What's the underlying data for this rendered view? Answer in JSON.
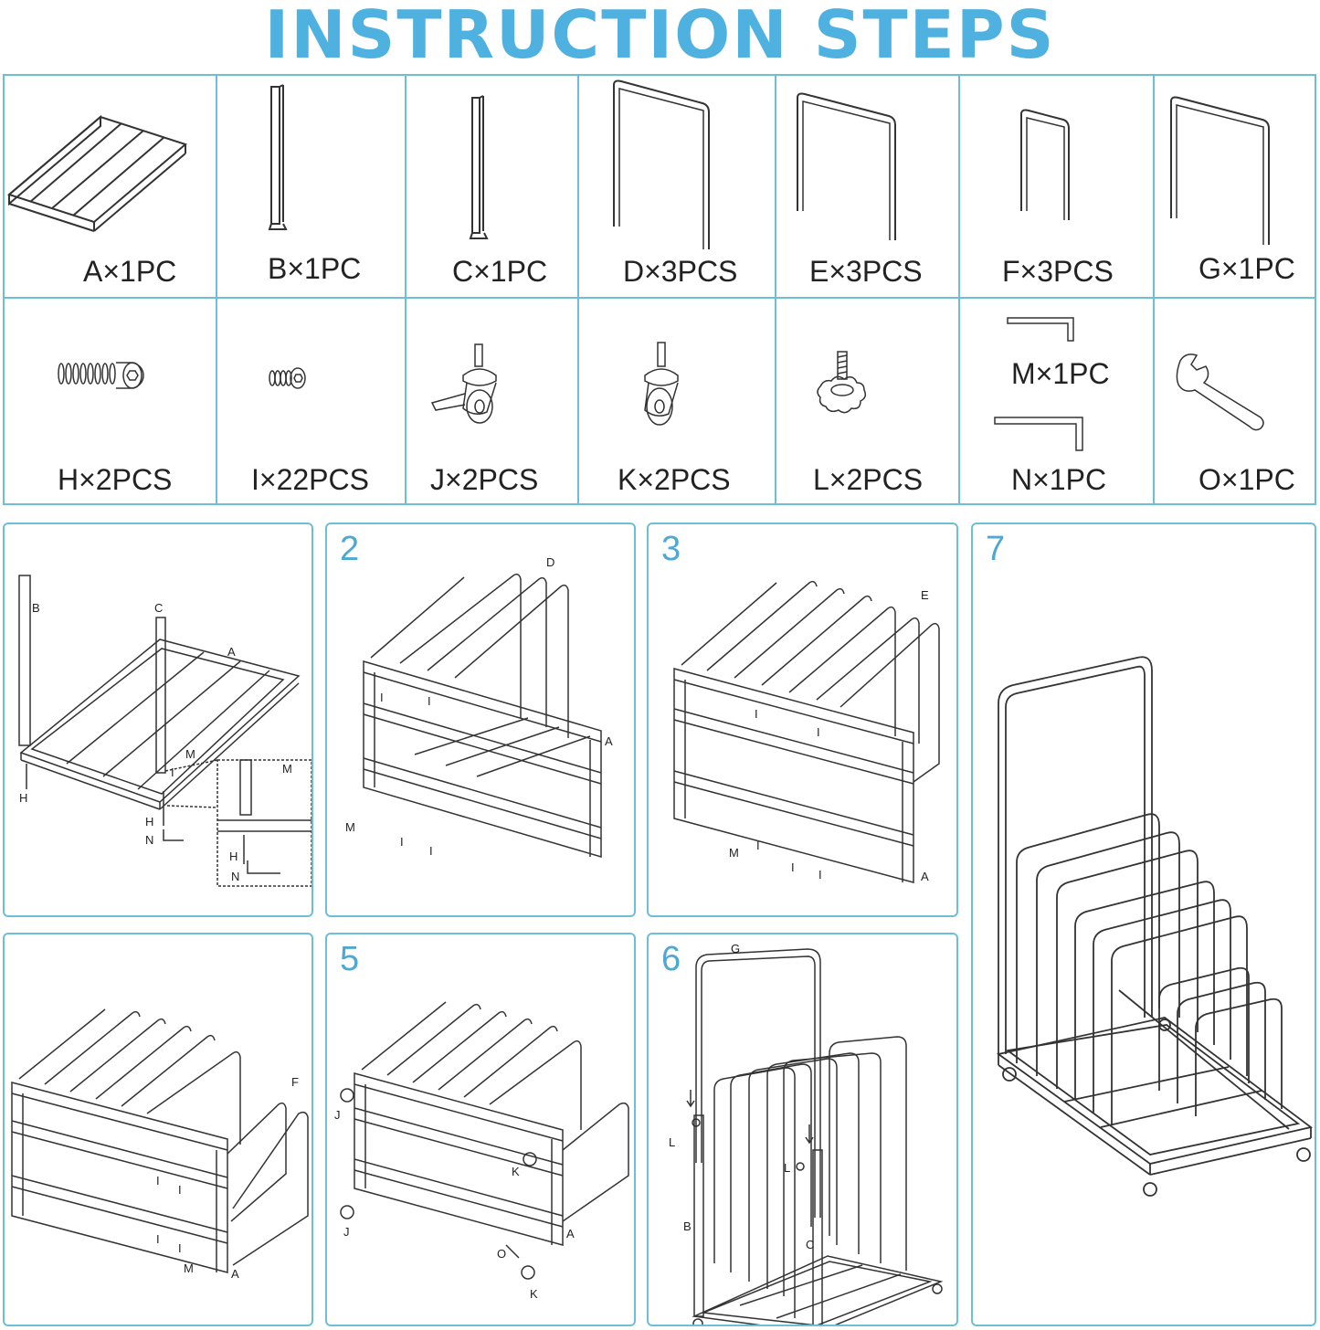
{
  "title": "INSTRUCTION STEPS",
  "parts": [
    {
      "label": "A×1PC",
      "icon": "base-frame-icon"
    },
    {
      "label": "B×1PC",
      "icon": "post-b-icon"
    },
    {
      "label": "C×1PC",
      "icon": "post-c-icon"
    },
    {
      "label": "D×3PCS",
      "icon": "divider-d-icon"
    },
    {
      "label": "E×3PCS",
      "icon": "divider-e-icon"
    },
    {
      "label": "F×3PCS",
      "icon": "divider-f-icon"
    },
    {
      "label": "G×1PC",
      "icon": "handle-g-icon"
    },
    {
      "label": "H×2PCS",
      "icon": "long-screw-icon"
    },
    {
      "label": "I×22PCS",
      "icon": "short-screw-icon"
    },
    {
      "label": "J×2PCS",
      "icon": "locking-caster-icon"
    },
    {
      "label": "K×2PCS",
      "icon": "caster-icon"
    },
    {
      "label": "L×2PCS",
      "icon": "knob-bolt-icon"
    },
    {
      "label": "M×1PC",
      "icon": "small-allen-key-icon"
    },
    {
      "label": "N×1PC",
      "icon": "large-allen-key-icon"
    },
    {
      "label": "O×1PC",
      "icon": "wrench-icon"
    }
  ],
  "steps": [
    {
      "number": "",
      "labels": {
        "b": "B",
        "c": "C",
        "a": "A",
        "m": "M",
        "i": "I",
        "h": "H",
        "n": "N"
      }
    },
    {
      "number": "2",
      "labels": {
        "d": "D",
        "a": "A",
        "m": "M",
        "i": "I"
      }
    },
    {
      "number": "3",
      "labels": {
        "e": "E",
        "a": "A",
        "m": "M",
        "i": "I"
      }
    },
    {
      "number": "",
      "labels": {
        "f": "F",
        "a": "A",
        "m": "M",
        "i": "I"
      }
    },
    {
      "number": "5",
      "labels": {
        "j": "J",
        "k": "K",
        "a": "A",
        "o": "O"
      }
    },
    {
      "number": "6",
      "labels": {
        "g": "G",
        "l": "L",
        "b": "B",
        "c": "C"
      }
    },
    {
      "number": "7"
    }
  ]
}
